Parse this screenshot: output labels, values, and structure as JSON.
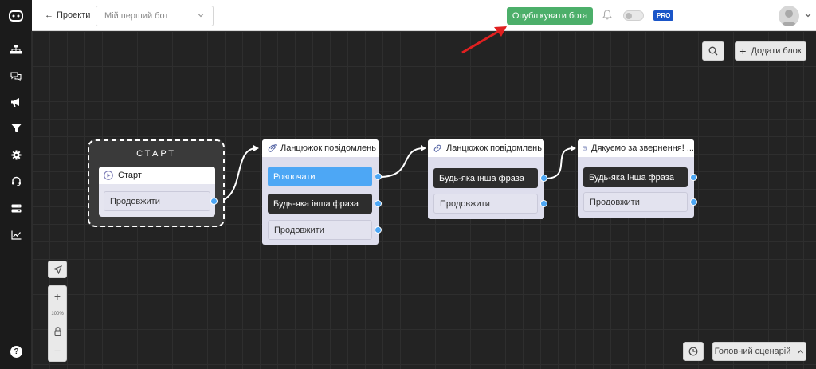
{
  "header": {
    "back_label": "Проекти",
    "bot_selector_placeholder": "Мій перший бот",
    "publish_label": "Опублікувати бота",
    "pro_badge": "PRO"
  },
  "sidebar": {
    "items": [
      {
        "icon": "sitemap-icon"
      },
      {
        "icon": "chat-icon"
      },
      {
        "icon": "megaphone-icon"
      },
      {
        "icon": "filter-icon"
      },
      {
        "icon": "gear-icon"
      },
      {
        "icon": "headset-icon"
      },
      {
        "icon": "server-icon"
      },
      {
        "icon": "analytics-icon"
      }
    ],
    "help_label": "?"
  },
  "canvas": {
    "add_block_label": "Додати блок",
    "zoom_level": "100%",
    "scenario_label": "Головний сценарій"
  },
  "start_block": {
    "title": "СТАРТ",
    "card_title": "Старт",
    "continue_label": "Продовжити"
  },
  "blocks": [
    {
      "title": "Ланцюжок повідомлень",
      "rows": [
        "Розпочати",
        "Будь-яка інша фраза",
        "Продовжити"
      ]
    },
    {
      "title": "Ланцюжок повідомлень",
      "rows": [
        "Будь-яка інша фраза",
        "Продовжити"
      ]
    },
    {
      "title": "Дякуємо за звернення! ...",
      "rows": [
        "Будь-яка інша фраза",
        "Продовжити"
      ]
    }
  ],
  "colors": {
    "accent_blue": "#4da7f5",
    "publish_green": "#4caf6a",
    "pro_blue": "#1a55c8",
    "annotation_red": "#e02020"
  }
}
